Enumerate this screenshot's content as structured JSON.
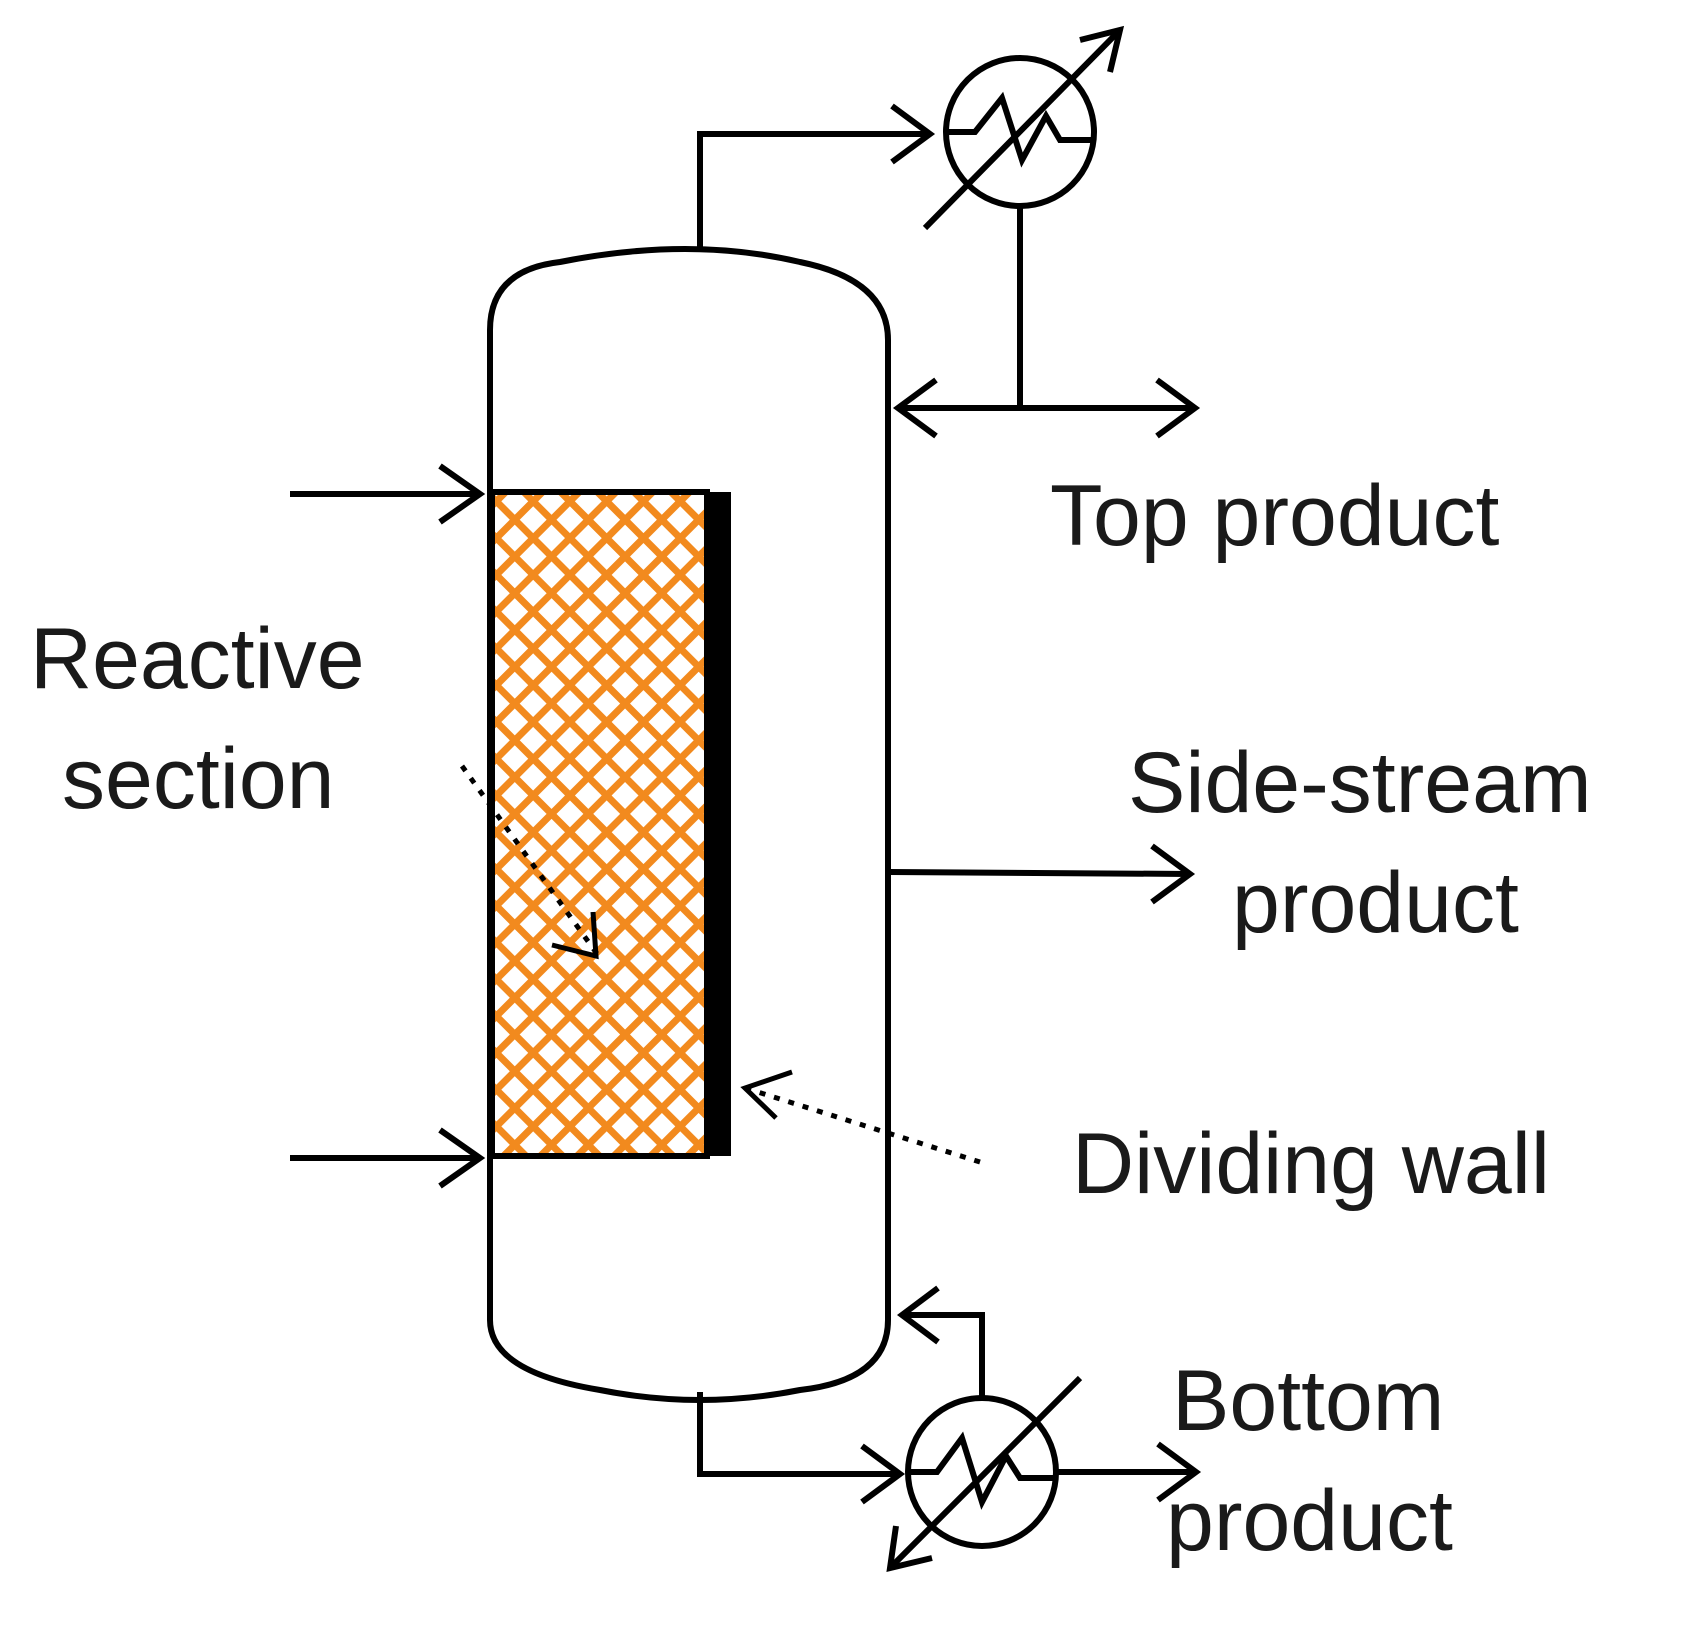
{
  "labels": {
    "top_product": "Top product",
    "reactive_section_line1": "Reactive",
    "reactive_section_line2": "section",
    "side_stream_line1": "Side-stream",
    "side_stream_line2": "product",
    "dividing_wall": "Dividing wall",
    "bottom_product_line1": "Bottom",
    "bottom_product_line2": "product"
  },
  "colors": {
    "line": "#000000",
    "packing": "#f28a1e",
    "text": "#1a1a1a"
  }
}
